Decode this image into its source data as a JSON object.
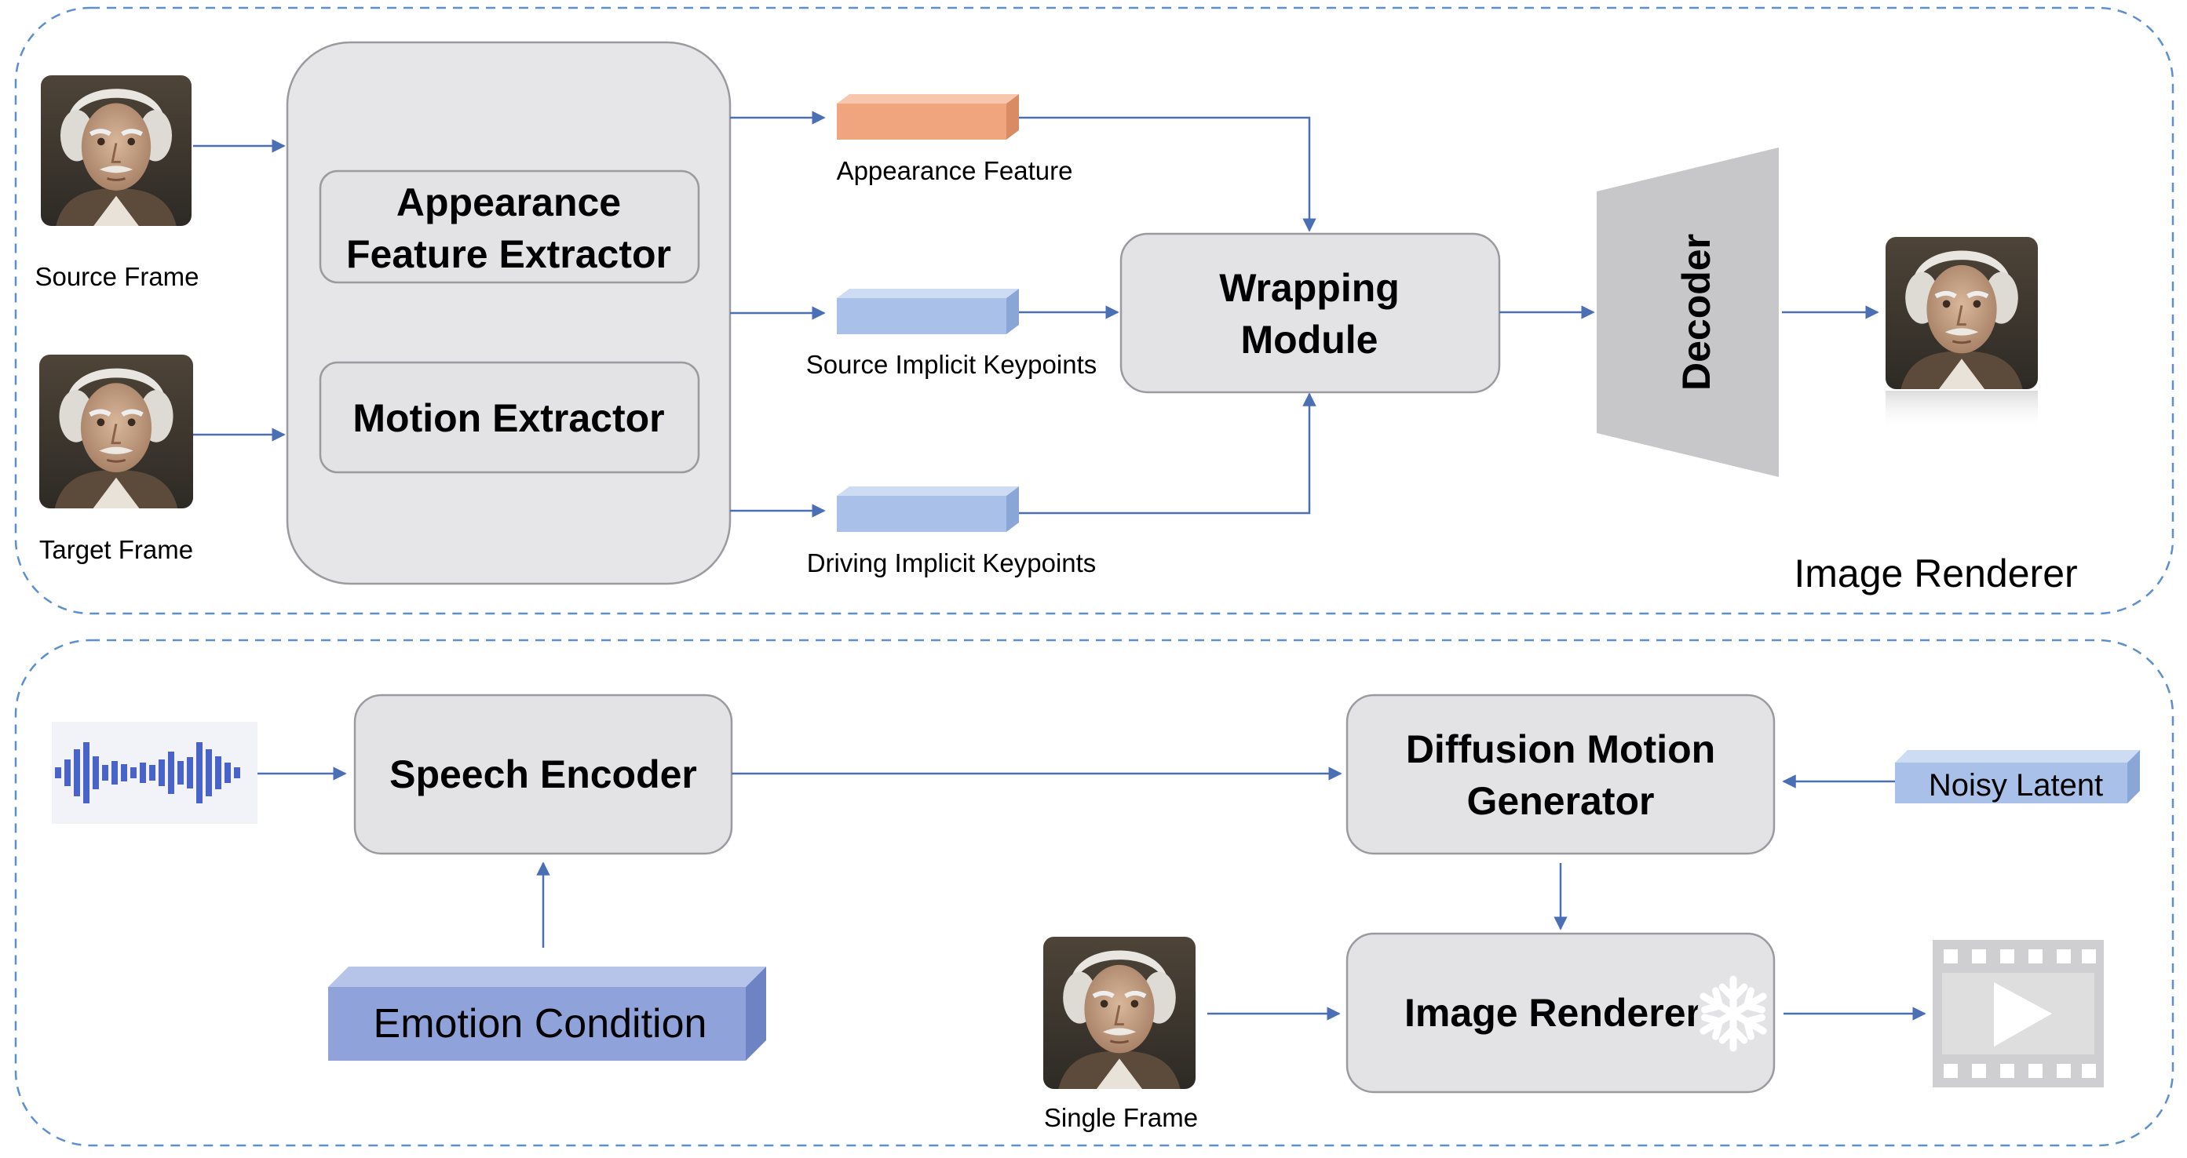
{
  "top_panel": {
    "caption": "Image Renderer",
    "source_frame_label": "Source Frame",
    "target_frame_label": "Target Frame",
    "appearance_extractor": [
      "Appearance",
      "Feature Extractor"
    ],
    "motion_extractor": "Motion Extractor",
    "appearance_feature_label": "Appearance Feature",
    "source_keypoints_label": "Source Implicit Keypoints",
    "driving_keypoints_label": "Driving Implicit Keypoints",
    "wrapping_module": [
      "Wrapping",
      "Module"
    ],
    "decoder_label": "Decoder"
  },
  "bottom_panel": {
    "speech_encoder": "Speech Encoder",
    "emotion_condition": "Emotion Condition",
    "diffusion_generator": [
      "Diffusion Motion",
      "Generator"
    ],
    "noisy_latent": "Noisy Latent",
    "image_renderer": "Image Renderer",
    "single_frame_label": "Single Frame"
  },
  "colors": {
    "panel_border": "#5b8fd0",
    "arrow": "#4a6fb5",
    "box_fill": "#e6e6e8",
    "box_stroke": "#9a9aa0",
    "feature_orange": "#f0a57e",
    "feature_blue": "#a9c1e8",
    "emotion_blue": "#8fa3da",
    "waveform": "#4a63c8",
    "decoder_gray": "#c7c7c9"
  },
  "icons": [
    "portrait-icon",
    "waveform-icon",
    "snowflake-icon",
    "video-play-icon"
  ]
}
